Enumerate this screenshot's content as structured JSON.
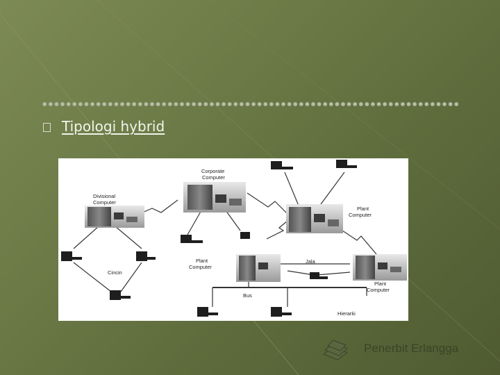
{
  "slide": {
    "bullet_icon": "square-bullet-icon",
    "title": "Tipologi hybrid",
    "footer": "Penerbit Erlangga",
    "footer_icon": "book-stack-icon"
  },
  "diagram": {
    "labels": {
      "corporate": "Corporate\nComputer",
      "divisional": "Divisional\nComputer",
      "plant_right": "Plant\nComputer",
      "plant_middle": "Plant\nComputer",
      "plant_bottom_right": "Plant\nComputer",
      "cincin": "Cincin",
      "jala": "Jala",
      "bus": "Bus",
      "hierarki": "Hierarki"
    }
  },
  "colors": {
    "background": "#6c7a47",
    "text": "#f2f4ea",
    "footer_text": "#3c4426"
  }
}
